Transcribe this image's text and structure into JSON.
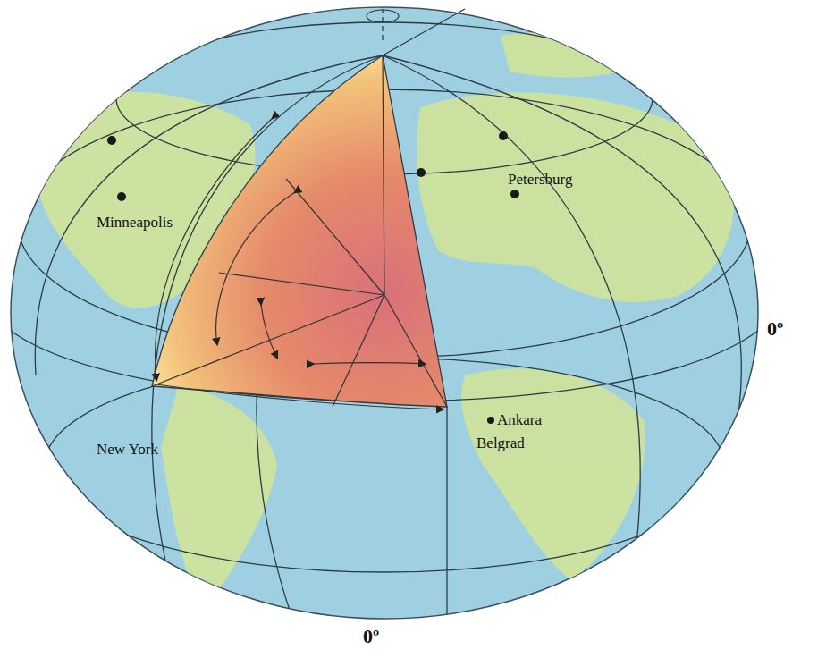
{
  "diagram": {
    "labels": [
      "Minneapolis",
      "Petersburg",
      "0º",
      "New York",
      "Belgrad",
      "Ankara",
      "0º"
    ]
  }
}
